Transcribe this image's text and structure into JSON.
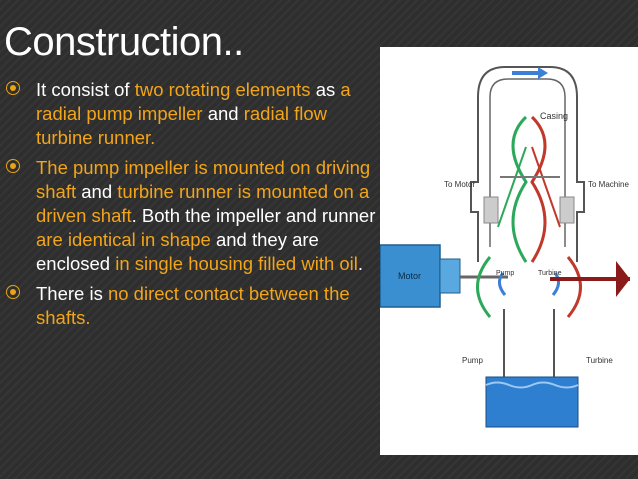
{
  "slide": {
    "title": "Construction..",
    "bullets": [
      {
        "segments": [
          {
            "text": "It consist of ",
            "highlight": false
          },
          {
            "text": "two rotating elements",
            "highlight": true
          },
          {
            "text": " as ",
            "highlight": false
          },
          {
            "text": "a radial pump impeller",
            "highlight": true
          },
          {
            "text": " and ",
            "highlight": false
          },
          {
            "text": "radial flow turbine runner.",
            "highlight": true
          }
        ]
      },
      {
        "segments": [
          {
            "text": "The pump impeller is mounted on driving shaft",
            "highlight": true
          },
          {
            "text": " and ",
            "highlight": false
          },
          {
            "text": "turbine runner is mounted on a driven shaft",
            "highlight": true
          },
          {
            "text": ". Both the impeller and runner ",
            "highlight": false
          },
          {
            "text": "are identical in shape",
            "highlight": true
          },
          {
            "text": " and they are enclosed ",
            "highlight": false
          },
          {
            "text": "in single housing filled with oil",
            "highlight": true
          },
          {
            "text": ".",
            "highlight": false
          }
        ]
      },
      {
        "segments": [
          {
            "text": "There is ",
            "highlight": false
          },
          {
            "text": "no direct contact between the shafts.",
            "highlight": true
          }
        ]
      }
    ],
    "colors": {
      "background": "#2e2e2e",
      "highlight": "#f2a51a",
      "text": "#ffffff"
    }
  },
  "figure": {
    "labels": {
      "casing": "Casing",
      "to_motor": "To Motor",
      "to_machine": "To Machine",
      "motor": "Motor",
      "pump_top": "Pump",
      "turbine_top": "Turbine",
      "pump_bottom": "Pump",
      "turbine_bottom": "Turbine"
    }
  }
}
